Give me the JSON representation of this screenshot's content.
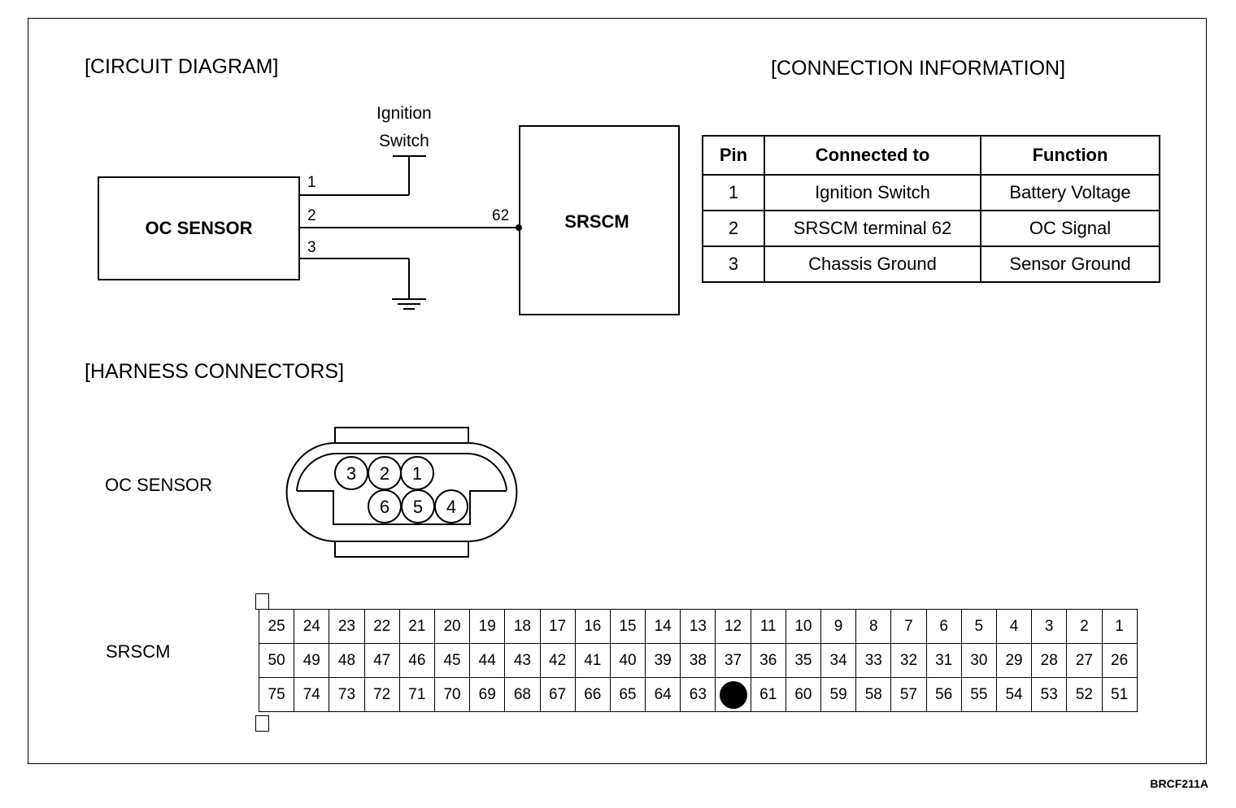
{
  "headings": {
    "circuit": "[CIRCUIT DIAGRAM]",
    "connection": "[CONNECTION INFORMATION]",
    "harness": "[HARNESS CONNECTORS]"
  },
  "circuit": {
    "oc_sensor": "OC SENSOR",
    "srscm": "SRSCM",
    "ignition_line1": "Ignition",
    "ignition_line2": "Switch",
    "pin1": "1",
    "pin2": "2",
    "pin3": "3",
    "terminal": "62"
  },
  "connection_table": {
    "headers": [
      "Pin",
      "Connected to",
      "Function"
    ],
    "rows": [
      [
        "1",
        "Ignition Switch",
        "Battery Voltage"
      ],
      [
        "2",
        "SRSCM terminal 62",
        "OC Signal"
      ],
      [
        "3",
        "Chassis Ground",
        "Sensor Ground"
      ]
    ]
  },
  "harness": {
    "oc_label": "OC SENSOR",
    "oc_pins": [
      "3",
      "2",
      "1",
      "6",
      "5",
      "4"
    ],
    "srscm_label": "SRSCM",
    "srscm_rows": [
      [
        "25",
        "24",
        "23",
        "22",
        "21",
        "20",
        "19",
        "18",
        "17",
        "16",
        "15",
        "14",
        "13",
        "12",
        "11",
        "10",
        "9",
        "8",
        "7",
        "6",
        "5",
        "4",
        "3",
        "2",
        "1"
      ],
      [
        "50",
        "49",
        "48",
        "47",
        "46",
        "45",
        "44",
        "43",
        "42",
        "41",
        "40",
        "39",
        "38",
        "37",
        "36",
        "35",
        "34",
        "33",
        "32",
        "31",
        "30",
        "29",
        "28",
        "27",
        "26"
      ],
      [
        "75",
        "74",
        "73",
        "72",
        "71",
        "70",
        "69",
        "68",
        "67",
        "66",
        "65",
        "64",
        "63",
        "",
        "61",
        "60",
        "59",
        "58",
        "57",
        "56",
        "55",
        "54",
        "53",
        "52",
        "51"
      ]
    ],
    "highlighted_pin": "62"
  },
  "footer_code": "BRCF211A"
}
